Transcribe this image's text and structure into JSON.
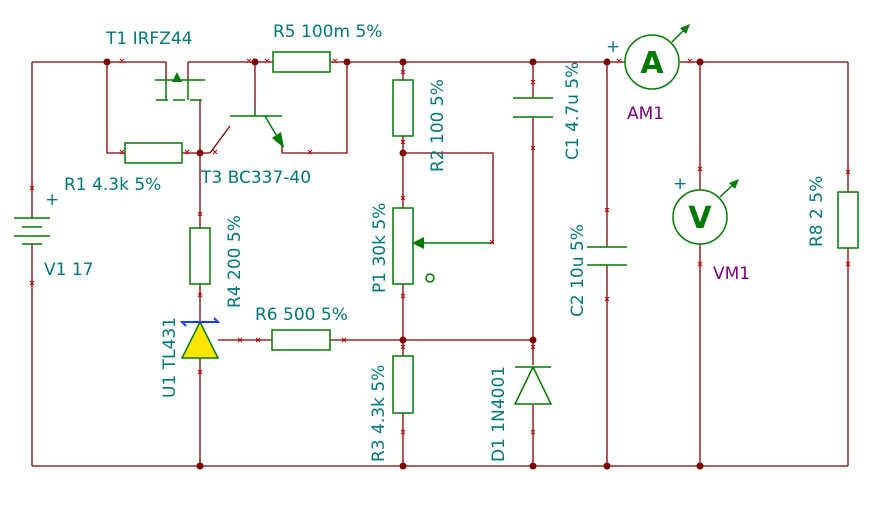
{
  "components": {
    "T1": "T1 IRFZ44",
    "R5": "R5 100m 5%",
    "C1": "C1 4.7u 5%",
    "R2": "R2 100 5%",
    "R1": "R1 4.3k 5%",
    "T3": "T3 BC337-40",
    "V1": "V1 17",
    "R4": "R4 200 5%",
    "P1": "P1 30k 5%",
    "C2": "C2 10u 5%",
    "R8": "R8 2 5%",
    "U1": "U1 TL431",
    "R6": "R6 500 5%",
    "R3": "R3 4.3k 5%",
    "D1": "D1 1N4001",
    "AM1": "AM1",
    "VM1": "VM1"
  },
  "meter_symbols": {
    "ammeter": "A",
    "voltmeter": "V"
  },
  "polarity": {
    "plus": "+"
  },
  "colors": {
    "wire": "#800000",
    "component": "#007a00",
    "label": "#00787a",
    "meter_label": "#800080",
    "zener_fill": "#ffe600"
  }
}
